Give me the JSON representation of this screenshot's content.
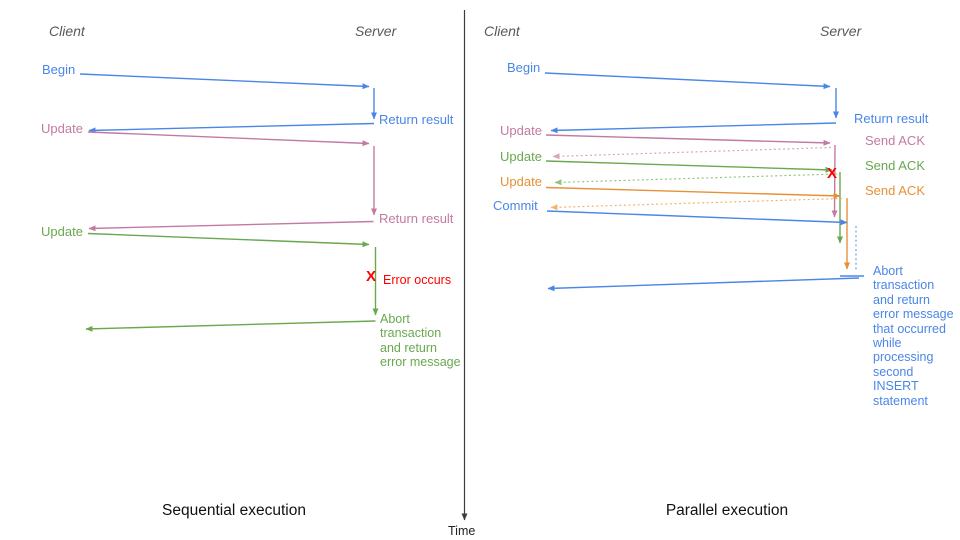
{
  "colors": {
    "blue": "#4a86e8",
    "pink": "#c27ba0",
    "green": "#6aa84f",
    "orange": "#e69138",
    "error_red": "#ff0000",
    "header_gray": "#595959",
    "time_axis_gray": "#3d3d3d"
  },
  "time_axis": {
    "label": "Time"
  },
  "left_panel": {
    "title": "Sequential execution",
    "client_header": "Client",
    "server_header": "Server",
    "labels": {
      "begin": "Begin",
      "return_result_1": "Return result",
      "update_1": "Update",
      "return_result_2": "Return result",
      "update_2": "Update",
      "error_x": "X",
      "error_occurs": "Error occurs",
      "abort_note": "Abort\ntransaction\nand return\nerror message"
    }
  },
  "right_panel": {
    "title": "Parallel execution",
    "client_header": "Client",
    "server_header": "Server",
    "labels": {
      "begin": "Begin",
      "return_result": "Return result",
      "update_1": "Update",
      "send_ack_1": "Send ACK",
      "update_2": "Update",
      "send_ack_2": "Send ACK",
      "update_3": "Update",
      "send_ack_3": "Send ACK",
      "commit": "Commit",
      "error_x": "X",
      "abort_note": "Abort\ntransaction\nand return\nerror message\nthat occurred\nwhile\nprocessing\nsecond\nINSERT\nstatement"
    }
  }
}
